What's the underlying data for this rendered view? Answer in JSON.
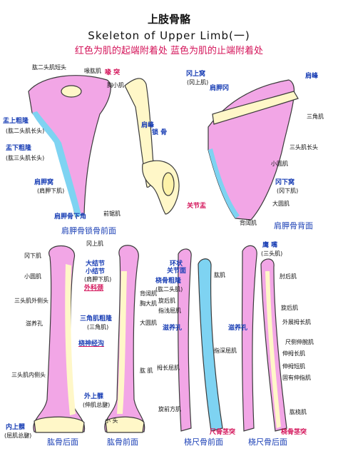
{
  "header": {
    "title": "上肢骨骼",
    "subtitle": "Skeleton of Upper Limb(一)",
    "legend": "红色为肌的起端附着处 蓝色为肌的止端附着处"
  },
  "colors": {
    "origin": "#f2a6e6",
    "insertion": "#7ed3f2",
    "bone": "#fff7c8",
    "outline": "#3a3a3a",
    "label_blue": "#1a3fb5",
    "label_red": "#d4145a"
  },
  "scapula_front": {
    "caption": "肩胛骨锁骨前面",
    "labels": {
      "biceps_short_coracobrachialis": "肱二头肌短头",
      "coracobrachialis": "喙肱肌",
      "coracoid": "喙 突",
      "pectoralis_minor": "胸小肌",
      "supraglenoid": "盂上粗隆",
      "biceps_long": "(肱二头肌长头)",
      "infraglenoid": "盂下粗隆",
      "triceps_long": "(肱三头肌长头)",
      "subscapular_fossa": "肩胛窝",
      "subscapularis": "(肩胛下肌)",
      "inferior_angle": "肩胛骨下角",
      "serratus_anterior": "前锯肌",
      "acromion": "肩峰",
      "clavicle": "锁 骨",
      "glenoid": "关节盂"
    }
  },
  "scapula_back": {
    "caption": "肩胛骨背面",
    "labels": {
      "supraspinous_fossa": "冈上窝",
      "supraspinatus": "(冈上肌)",
      "spine": "肩胛冈",
      "acromion": "肩峰",
      "deltoid": "三角肌",
      "triceps_long": "三头肌长头",
      "teres_minor": "小圆肌",
      "infraspinous_fossa": "冈下窝",
      "infraspinatus": "(冈下肌)",
      "teres_major": "大圆肌",
      "latissimus_dorsi": "背阔肌"
    }
  },
  "humerus_back": {
    "caption": "肱骨后面",
    "labels": {
      "infraspinatus": "冈下肌",
      "teres_minor": "小圆肌",
      "triceps_lateral": "三头肌外侧头",
      "nutrient_foramen": "滋养孔",
      "radial_groove": "桡神经沟",
      "triceps_medial": "三头肌内侧头",
      "lateral_epicondyle": "外上髁",
      "extensor_common": "(伸肌总腱)",
      "medial_epicondyle": "内上髁",
      "flexor_common": "(屈肌总腱)"
    }
  },
  "humerus_front": {
    "caption": "肱骨前面",
    "labels": {
      "supraspinatus": "冈上肌",
      "greater_lesser_tubercle": "大结节",
      "lesser_tubercle": "小结节",
      "subscapularis": "(肩胛下肌)",
      "surgical_neck": "外科颈",
      "latissimus": "背阔肌",
      "pectoralis_major": "胸大肌",
      "teres_major": "大圆肌",
      "deltoid_tuberosity": "三角肌粗隆",
      "deltoid": "(三角肌)",
      "brachialis": "肱 肌",
      "flexor": "小 头"
    }
  },
  "ulna_radius_front": {
    "caption": "桡尺骨前面",
    "labels": {
      "annular_ligament": "环状",
      "joint_surface": "关节面",
      "radial_tuberosity": "桡骨粗隆",
      "biceps": "(肱二头肌)",
      "supinator": "旋后肌",
      "fds": "指浅屈肌",
      "nutrient": "滋养孔",
      "fpl": "拇长屈肌",
      "brachialis": "肱肌",
      "fdp": "指深屈肌",
      "pronator_quadratus": "旋前方肌",
      "styloid": "尺骨茎突"
    }
  },
  "ulna_radius_back": {
    "caption": "桡尺骨后面",
    "labels": {
      "olecranon": "鹰 嘴",
      "triceps": "(三头肌)",
      "anconeus": "肘后肌",
      "supinator": "旋后肌",
      "nutrient": "滋养孔",
      "ecu": "尺侧伸腕肌",
      "apl": "外展拇长肌",
      "epl": "伸拇长肌",
      "epb": "伸拇短肌",
      "eip": "固有伸指肌",
      "brachioradialis": "肱桡肌",
      "styloid": "桡骨茎突"
    }
  }
}
